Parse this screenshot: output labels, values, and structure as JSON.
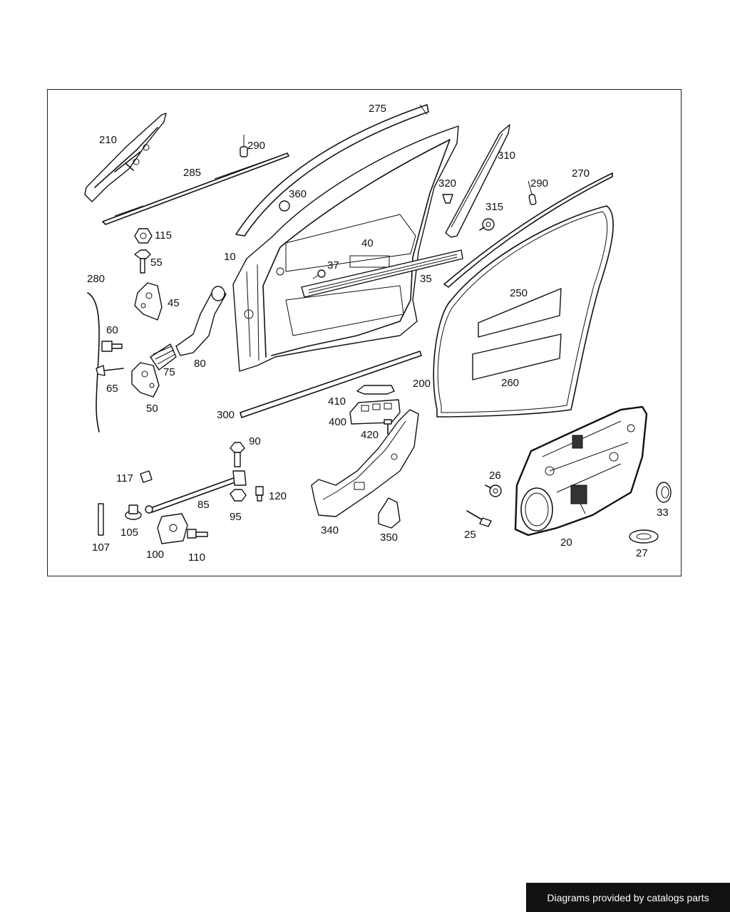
{
  "labels": {
    "p210": "210",
    "p290a": "290",
    "p285": "285",
    "p275": "275",
    "p360": "360",
    "p310": "310",
    "p320": "320",
    "p290b": "290",
    "p270": "270",
    "p315": "315",
    "p115": "115",
    "p55": "55",
    "p10": "10",
    "p40": "40",
    "p37": "37",
    "p35": "35",
    "p280": "280",
    "p45": "45",
    "p250": "250",
    "p60": "60",
    "p80": "80",
    "p75": "75",
    "p65": "65",
    "p50": "50",
    "p260": "260",
    "p200": "200",
    "p410": "410",
    "p300": "300",
    "p400": "400",
    "p420": "420",
    "p90": "90",
    "p117": "117",
    "p120": "120",
    "p26": "26",
    "p85": "85",
    "p95": "95",
    "p340": "340",
    "p33": "33",
    "p105": "105",
    "p350": "350",
    "p25": "25",
    "p107": "107",
    "p100": "100",
    "p110": "110",
    "p20": "20",
    "p27": "27"
  },
  "footer": {
    "text": "Diagrams provided by catalogs parts"
  }
}
